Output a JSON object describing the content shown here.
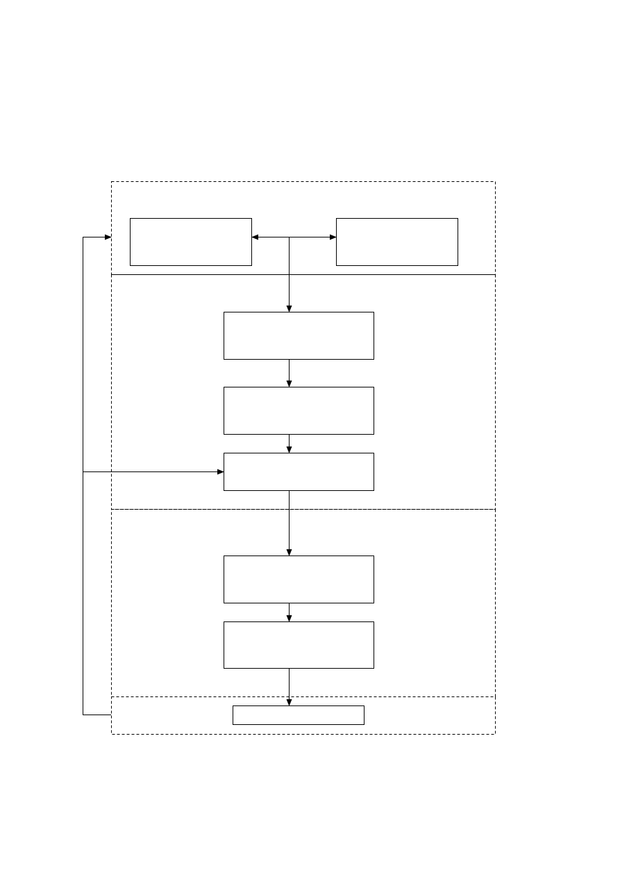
{
  "diagram": {
    "sections": [
      {
        "id": "section-1",
        "label": ""
      },
      {
        "id": "section-2",
        "label": ""
      },
      {
        "id": "section-3",
        "label": ""
      },
      {
        "id": "section-4",
        "label": ""
      }
    ],
    "boxes": [
      {
        "id": "box-top-left",
        "label": ""
      },
      {
        "id": "box-top-right",
        "label": ""
      },
      {
        "id": "box-step-1",
        "label": ""
      },
      {
        "id": "box-step-2",
        "label": ""
      },
      {
        "id": "box-step-3",
        "label": ""
      },
      {
        "id": "box-step-4",
        "label": ""
      },
      {
        "id": "box-step-5",
        "label": ""
      },
      {
        "id": "box-final",
        "label": ""
      }
    ]
  },
  "colors": {
    "stroke": "#000000",
    "background": "#ffffff"
  }
}
